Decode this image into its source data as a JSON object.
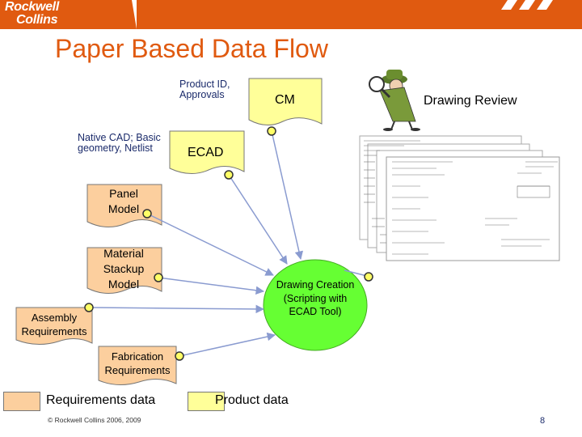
{
  "header": {
    "logo_line1": "Rockwell",
    "logo_line2": "Collins",
    "color": "#e05a10"
  },
  "slide": {
    "title": "Paper Based Data Flow"
  },
  "nodes": {
    "product_id": "Product ID, Approvals",
    "cm": "CM",
    "drawing_review": "Drawing Review",
    "native_cad": "Native CAD; Basic geometry, Netlist",
    "ecad": "ECAD",
    "panel_model": "Panel Model",
    "material_stackup": "Material Stackup Model",
    "drawing_creation": "Drawing Creation (Scripting with ECAD Tool)",
    "assembly_req": "Assembly Requirements",
    "fabrication_req": "Fabrication Requirements"
  },
  "legend": {
    "requirements": "Requirements data",
    "product": "Product data",
    "requirements_color": "#fccf9e",
    "product_color": "#ffff99"
  },
  "colors": {
    "requirements": "#fccf9e",
    "product": "#ffff99",
    "drawing_creation": "#66ff33",
    "connector": "#ffff66"
  },
  "footer": {
    "copyright": "© Rockwell Collins 2006, 2009",
    "page_number": "8"
  },
  "icons": [
    "detective-icon",
    "drawing-sheets-icon"
  ]
}
